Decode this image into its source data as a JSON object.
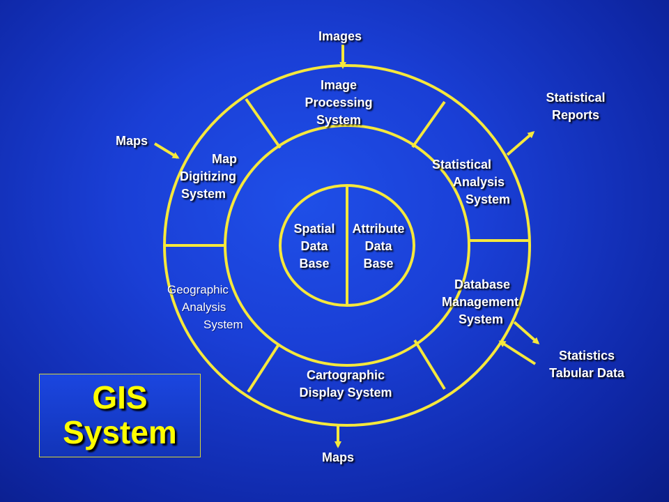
{
  "colors": {
    "ring": "#f6e83c",
    "text": "#ffffff",
    "title": "#ffff00"
  },
  "inputs": {
    "images": "Images",
    "maps_in": "Maps",
    "maps_out": "Maps",
    "statistical_reports": [
      "Statistical",
      "Reports"
    ],
    "statistics_tabular": [
      "Statistics",
      "Tabular Data"
    ]
  },
  "systems": {
    "image_processing": [
      "Image",
      "Processing",
      "System"
    ],
    "map_digitizing": [
      "Map",
      "Digitizing",
      "System"
    ],
    "statistical_analysis": [
      "Statistical",
      "Analysis",
      "System"
    ],
    "geographic_analysis": [
      "Geographic",
      "Analysis",
      "System"
    ],
    "database_management": [
      "Database",
      "Management",
      "System"
    ],
    "cartographic_display": [
      "Cartographic",
      "Display System"
    ]
  },
  "core": {
    "spatial": [
      "Spatial",
      "Data",
      "Base"
    ],
    "attribute": [
      "Attribute",
      "Data",
      "Base"
    ]
  },
  "title": [
    "GIS",
    "System"
  ]
}
